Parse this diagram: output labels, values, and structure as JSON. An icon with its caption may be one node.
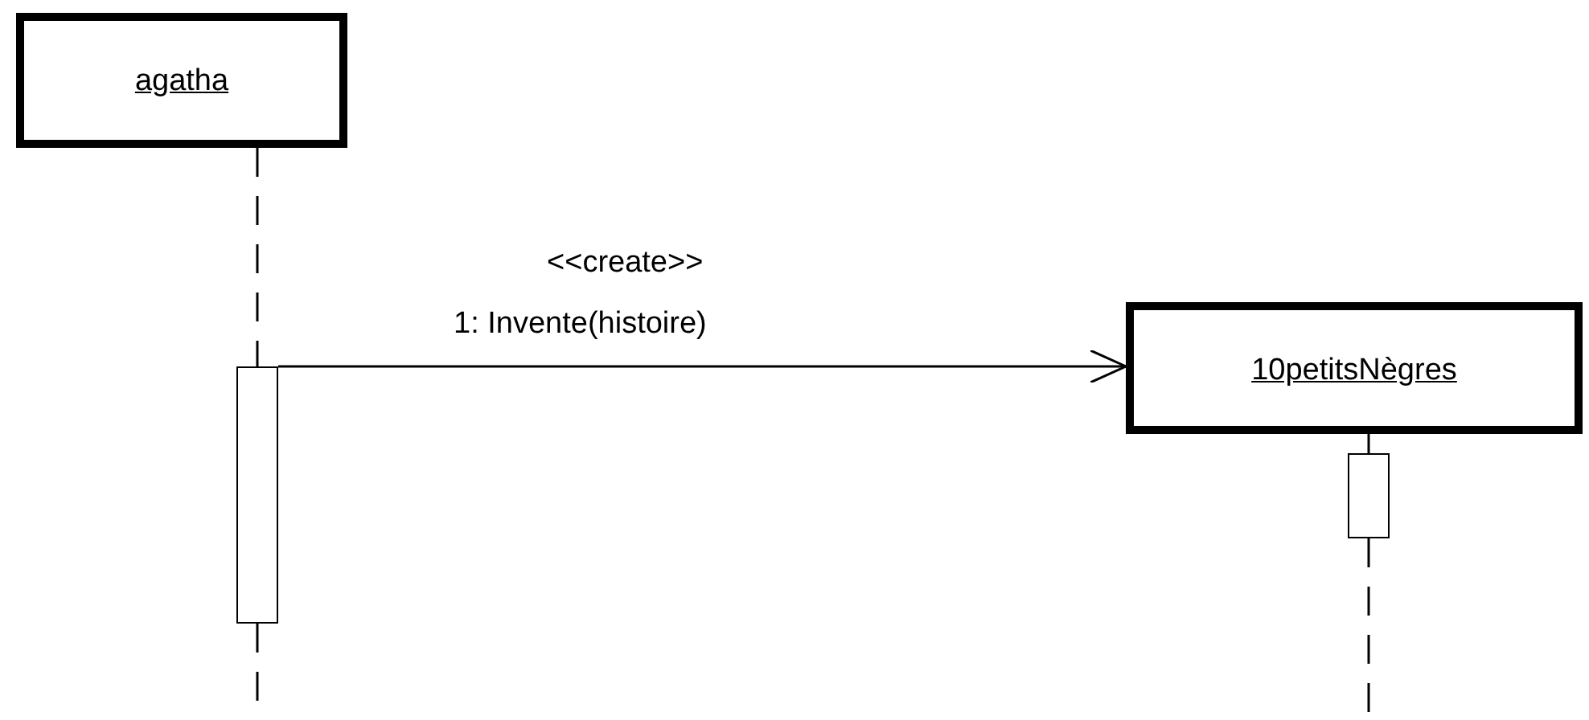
{
  "diagram": {
    "nodes": [
      {
        "text": [
          "agatha"
        ]
      },
      {
        "text": [
          "10petitsNègres"
        ]
      },
      {
        "text": [],
        "shape": "bar"
      },
      {
        "text": [],
        "shape": "bar"
      }
    ],
    "edges": [
      {
        "from": 0,
        "to": 2,
        "arrow": "none",
        "style": "dashed"
      },
      {
        "from": 1,
        "to": 3,
        "arrow": "none",
        "style": "dashed"
      },
      {
        "from": 2,
        "to": 1,
        "arrow": "to",
        "label": "1: Invente(histoire)"
      }
    ],
    "labels": [
      "<<create>>"
    ]
  }
}
